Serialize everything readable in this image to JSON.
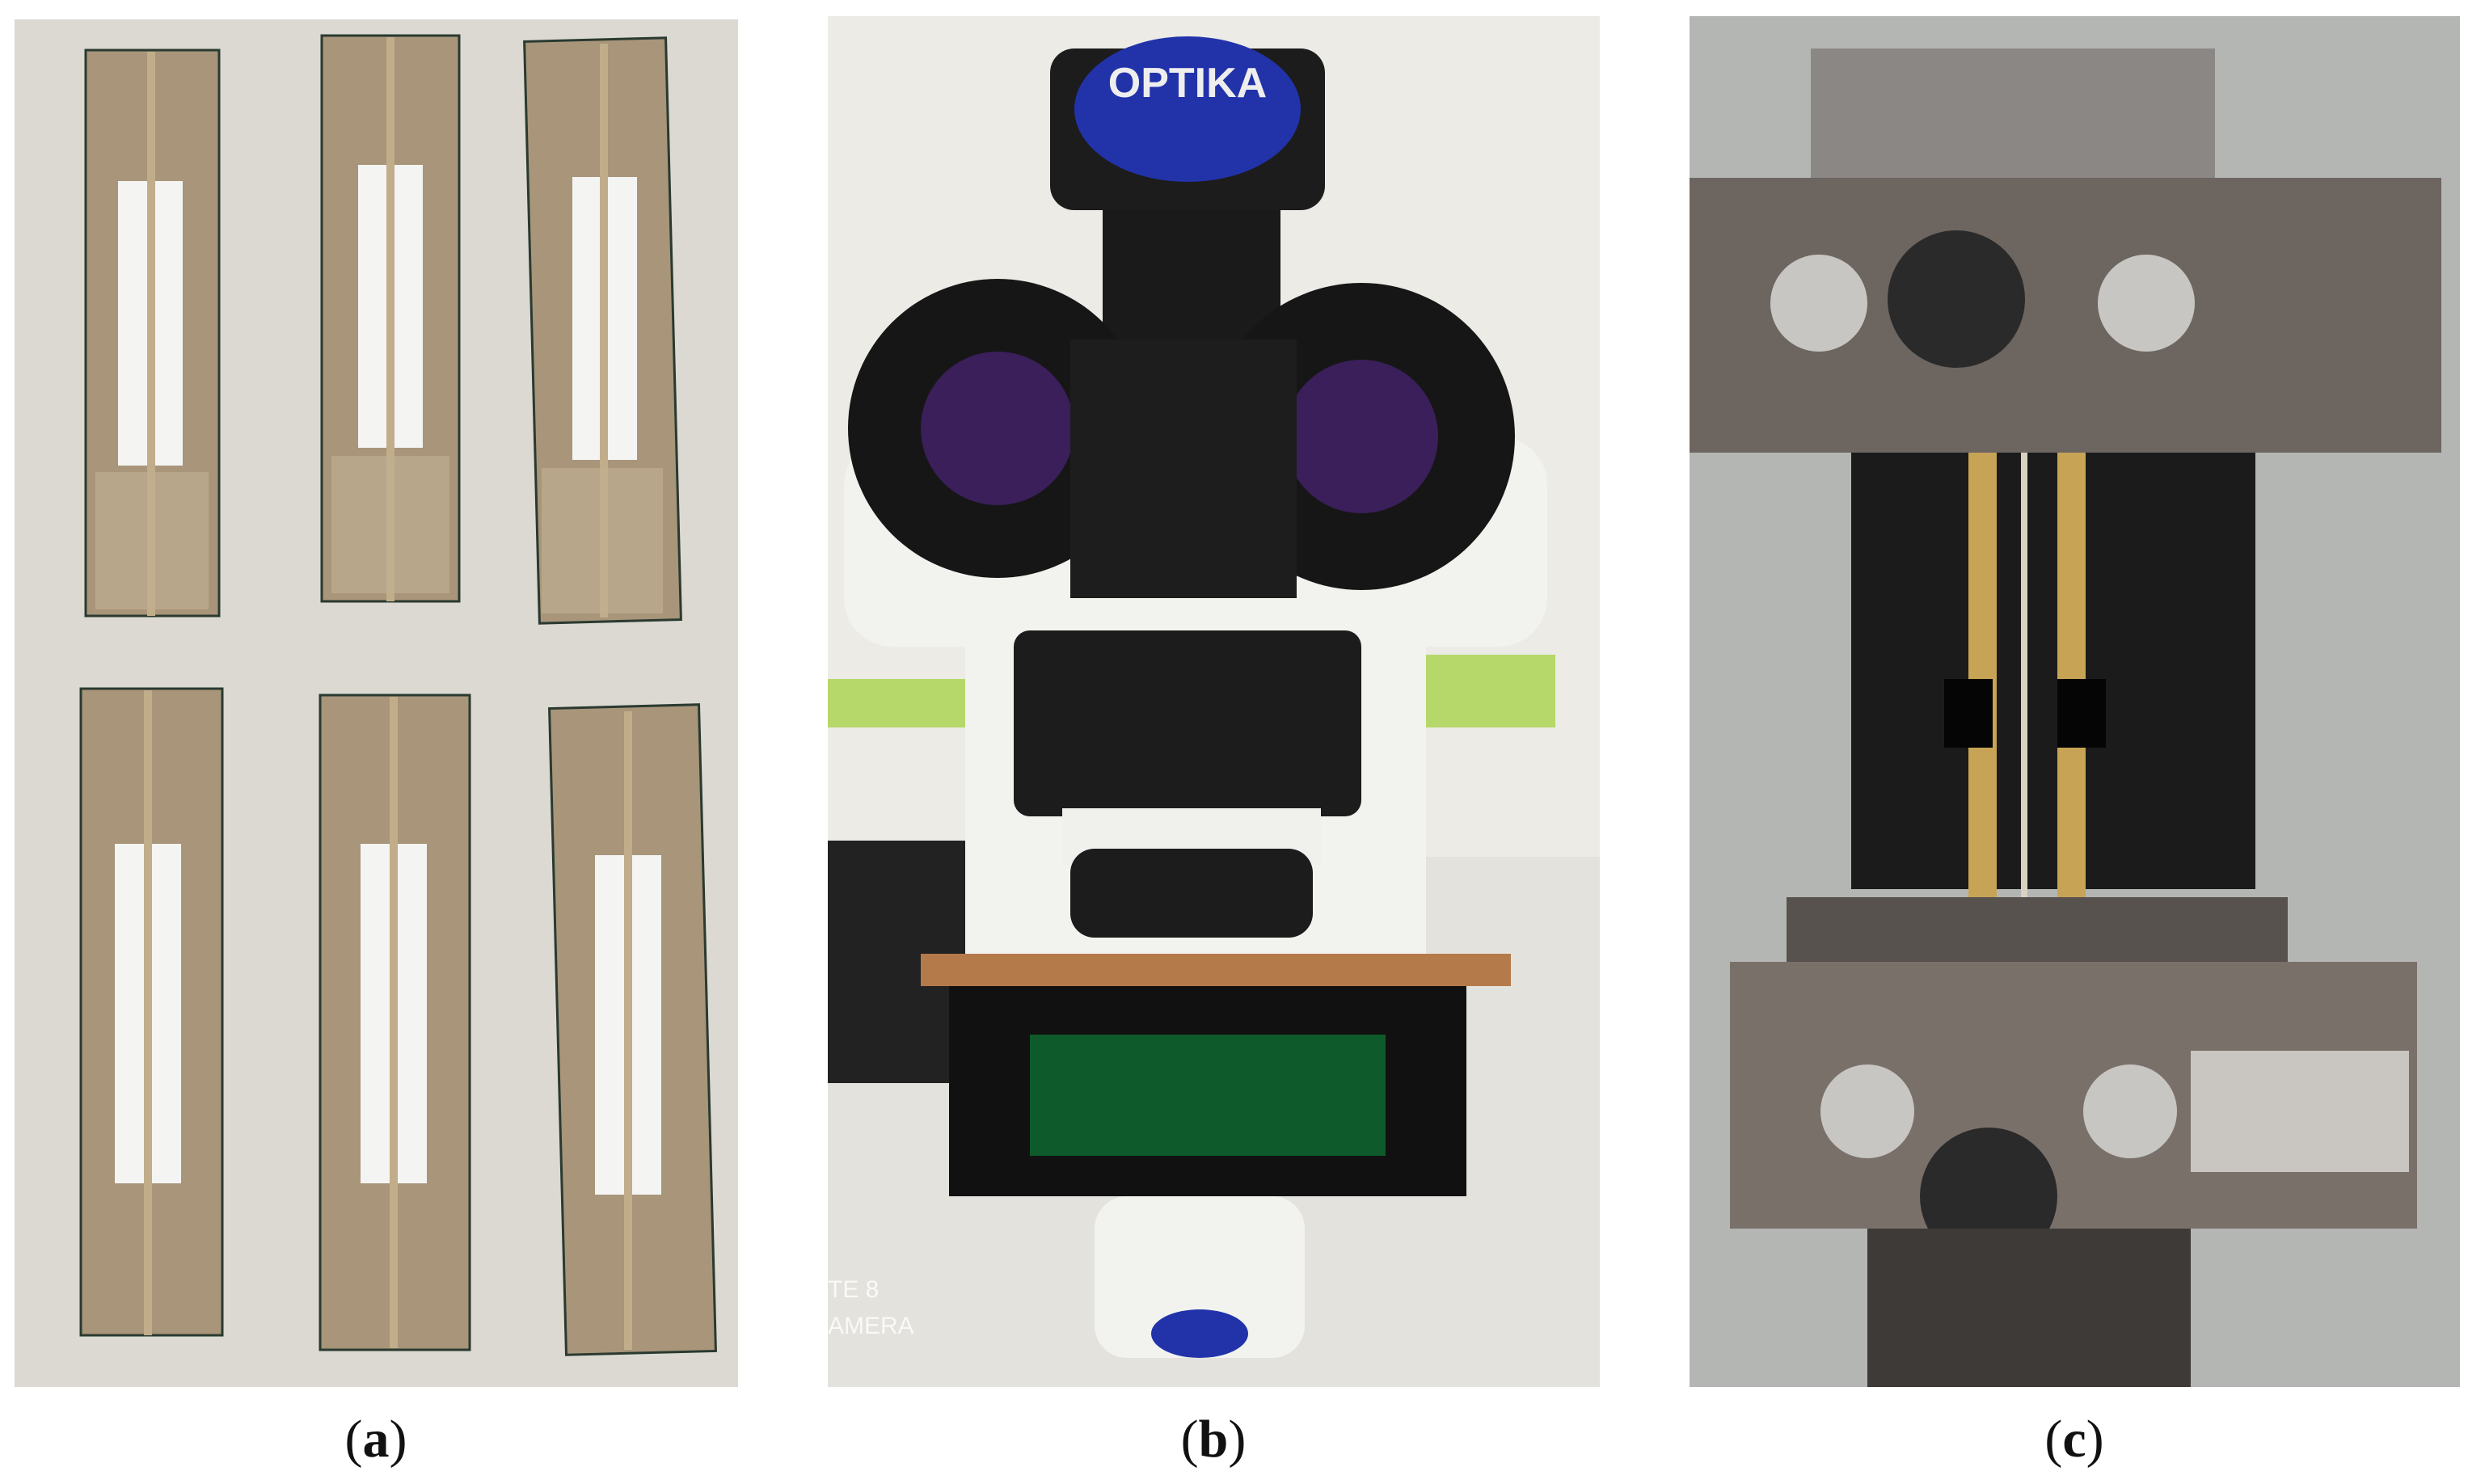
{
  "panels": [
    {
      "id": "a",
      "label": "a"
    },
    {
      "id": "b",
      "label": "b",
      "brand": "OPTIKA",
      "watermark_line1": "TE 8",
      "watermark_line2": "AMERA"
    },
    {
      "id": "c",
      "label": "c"
    }
  ],
  "colors": {
    "background": "#ffffff",
    "tape": "#a8957a",
    "microscope_white": "#f2f2ef",
    "microscope_black": "#1c1c1c",
    "optika_blue": "#2233aa",
    "stage_green": "#0f5a2a",
    "grip_steel": "#6d6560"
  }
}
